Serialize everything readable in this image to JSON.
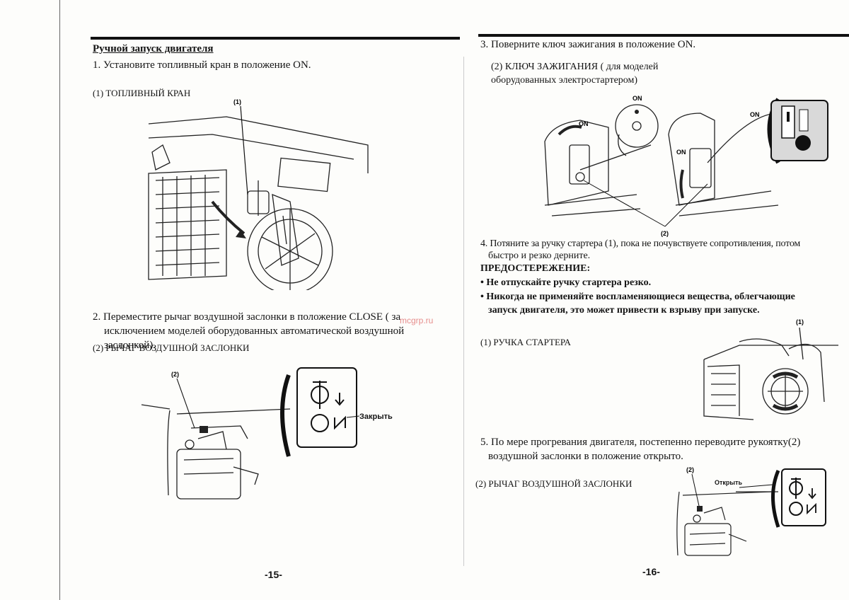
{
  "left_page": {
    "section_title": "Ручной запуск двигателя",
    "step1": "1. Установите топливный кран в положение ON.",
    "fig1_caption": "(1) ТОПЛИВНЫЙ КРАН",
    "fig1_callout": "(1)",
    "step2_line1": "2. Переместите рычаг воздушной заслонки в положение CLOSE ( за",
    "step2_line2": "исключением моделей оборудованных автоматической воздушной",
    "step2_line3": "заслонкой).",
    "fig2_caption": "(2) РЫЧАГ ВОЗДУШНОЙ ЗАСЛОНКИ",
    "fig2_callout": "(2)",
    "fig2_label": "Закрыть",
    "page_number": "-15-"
  },
  "right_page": {
    "step3": "3. Поверните ключ зажигания в положение ON.",
    "step3_sub_line1": "(2) КЛЮЧ ЗАЖИГАНИЯ ( для моделей",
    "step3_sub_line2": "оборудованных электростартером)",
    "fig3_on_a": "ON",
    "fig3_on_b": "ON",
    "fig3_on_c": "ON",
    "fig3_on_d": "ON",
    "fig3_callout": "(2)",
    "step4_line1": "4. Потяните за ручку стартера (1), пока не почувствуете сопротивления, потом",
    "step4_line2": "быстро и резко дерните.",
    "warning_title": "ПРЕДОСТЕРЕЖЕНИЕ:",
    "warning1": "Не отпускайте ручку стартера резко.",
    "warning2_line1": "Никогда не применяйте воспламеняющиеся вещества, облегчающие",
    "warning2_line2": "запуск двигателя, это может привести к взрыву при запуске.",
    "fig4_caption": "(1) РУЧКА СТАРТЕРА",
    "fig4_callout": "(1)",
    "step5_line1": "5. По мере прогревания двигателя, постепенно переводите рукоятку(2)",
    "step5_line2": "воздушной заслонки  в положение открыто.",
    "fig5_caption": "(2) РЫЧАГ ВОЗДУШНОЙ ЗАСЛОНКИ",
    "fig5_callout": "(2)",
    "fig5_label": "Открыть",
    "page_number": "-16-"
  },
  "watermark": "mcgrp.ru"
}
